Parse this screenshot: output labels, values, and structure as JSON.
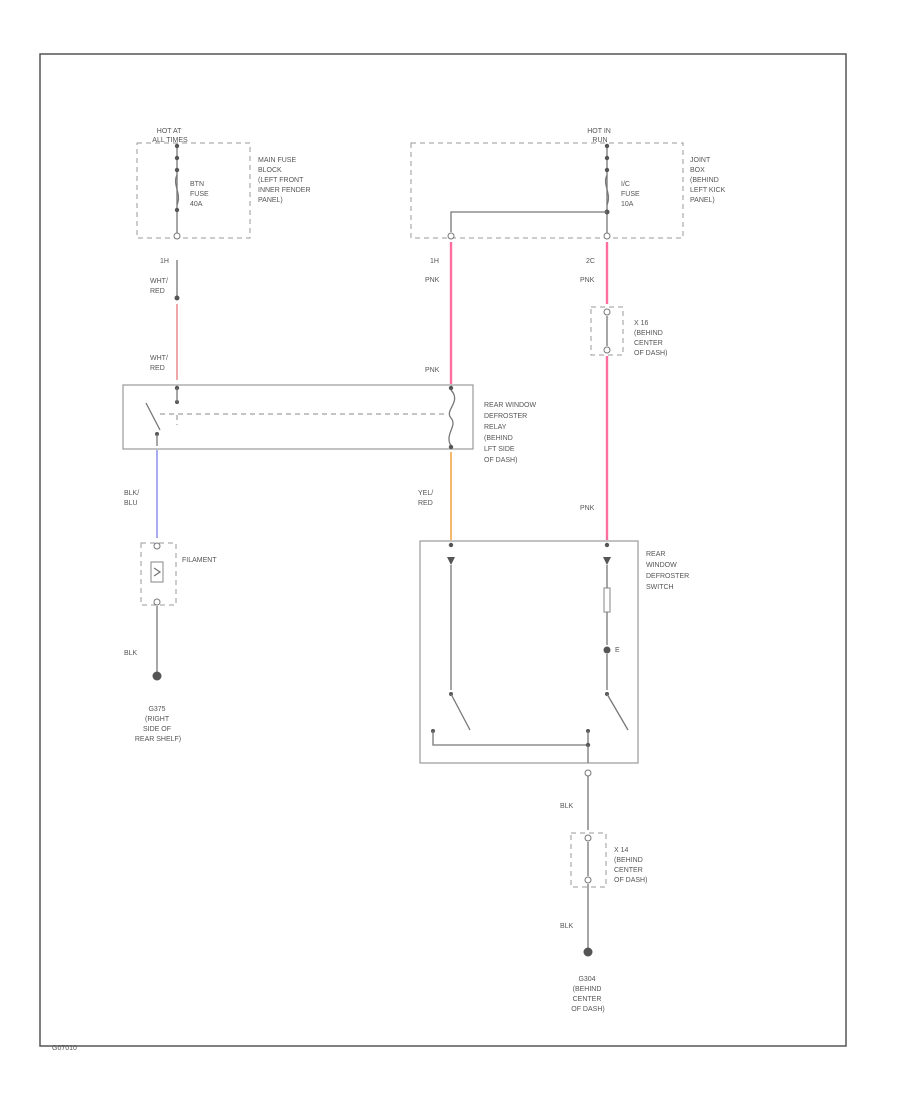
{
  "labels": {
    "hot_at_all_times": [
      "HOT AT",
      "ALL TIMES"
    ],
    "hot_in_run": [
      "HOT IN",
      "RUN"
    ],
    "main_fuse_block": [
      "MAIN FUSE",
      "BLOCK",
      "(LEFT FRONT",
      "INNER FENDER",
      "PANEL)"
    ],
    "btn_fuse": [
      "BTN",
      "FUSE",
      "40A"
    ],
    "joint_box": [
      "JOINT",
      "BOX",
      "(BEHIND",
      "LEFT KICK",
      "PANEL)"
    ],
    "ig_fuse": [
      "I/C",
      "FUSE",
      "10A"
    ],
    "left_conn_top": "1H",
    "mid_conn_top": "1H",
    "right_conn_top": "2C",
    "wht_red_1": [
      "WHT/",
      "RED"
    ],
    "wht_red_2": [
      "WHT/",
      "RED"
    ],
    "pnk_1": "PNK",
    "pnk_2": "PNK",
    "pnk_3": "PNK",
    "pnk_4": "PNK",
    "x16": [
      "X 16",
      "(BEHIND",
      "CENTER",
      "OF DASH)"
    ],
    "relay": [
      "REAR WINDOW",
      "DEFROSTER",
      "RELAY",
      "(BEHIND",
      "LFT SIDE",
      "OF DASH)"
    ],
    "blk_blu": [
      "BLK/",
      "BLU"
    ],
    "yel_red": [
      "YEL/",
      "RED"
    ],
    "filament": "FILAMENT",
    "switch": [
      "REAR",
      "WINDOW",
      "DEFROSTER",
      "SWITCH"
    ],
    "switch_label_e": "E",
    "blk_1": "BLK",
    "blk_2": "BLK",
    "blk_3": "BLK",
    "g_left": [
      "G375",
      "(RIGHT",
      "SIDE OF",
      "REAR SHELF)"
    ],
    "x14": [
      "X 14",
      "(BEHIND",
      "CENTER",
      "OF DASH)"
    ],
    "g_right": [
      "G304",
      "(BEHIND",
      "CENTER",
      "OF DASH)"
    ],
    "figure_id": "G07010"
  },
  "colors": {
    "wire_red": "#e88a8a",
    "wire_pink": "#ff6e9e",
    "wire_blue": "#8c8cf0",
    "wire_orange": "#f5b86a",
    "wire_default": "#777777"
  }
}
